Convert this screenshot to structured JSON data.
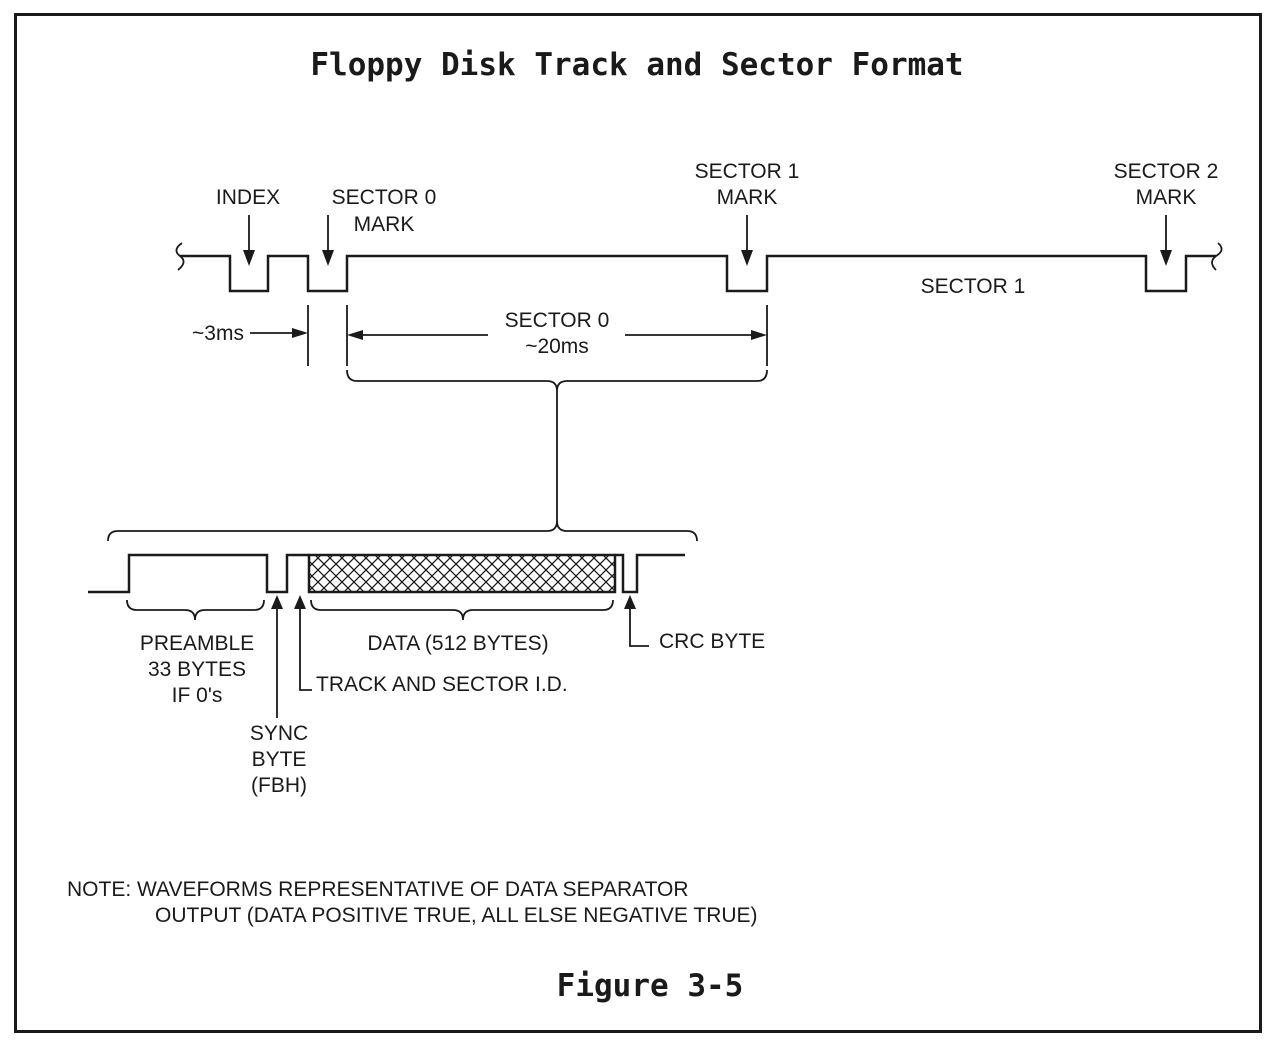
{
  "title": "Floppy Disk Track and Sector Format",
  "figure_label": "Figure 3-5",
  "top_waveform": {
    "index_label": "INDEX",
    "sector0_mark": [
      "SECTOR 0",
      "MARK"
    ],
    "sector1_mark": [
      "SECTOR 1",
      "MARK"
    ],
    "sector2_mark": [
      "SECTOR 2",
      "MARK"
    ],
    "sector1_region_label": "SECTOR 1",
    "gap_time_label": "~3ms",
    "sector0_span": [
      "SECTOR 0",
      "~20ms"
    ]
  },
  "detail_waveform": {
    "preamble_label": [
      "PREAMBLE",
      "33 BYTES",
      "IF 0's"
    ],
    "data_label": "DATA (512 BYTES)",
    "crc_label": "CRC BYTE",
    "track_sector_id_label": "TRACK AND SECTOR I.D.",
    "sync_label": [
      "SYNC",
      "BYTE",
      "(FBH)"
    ]
  },
  "note": [
    "NOTE: WAVEFORMS REPRESENTATIVE OF DATA SEPARATOR",
    "OUTPUT (DATA POSITIVE TRUE, ALL ELSE NEGATIVE TRUE)"
  ]
}
